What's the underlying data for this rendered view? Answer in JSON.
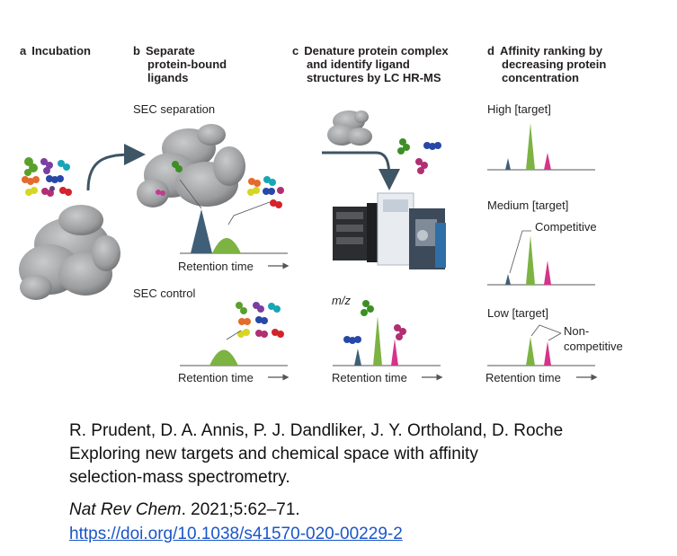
{
  "panels": {
    "a": {
      "letter": "a",
      "title_lines": [
        "Incubation"
      ]
    },
    "b": {
      "letter": "b",
      "title_lines": [
        "Separate",
        "protein-bound",
        "ligands"
      ]
    },
    "c": {
      "letter": "c",
      "title_lines": [
        "Denature protein complex",
        "and identify ligand",
        "structures by LC HR-MS"
      ]
    },
    "d": {
      "letter": "d",
      "title_lines": [
        "Affinity ranking by",
        "decreasing protein",
        "concentration"
      ]
    }
  },
  "labels": {
    "sec_separation": "SEC separation",
    "sec_control": "SEC control",
    "retention_time": "Retention time",
    "mz": "m/z",
    "high": "High [target]",
    "medium": "Medium [target]",
    "low": "Low [target]",
    "competitive": "Competitive",
    "non_competitive_1": "Non-",
    "non_competitive_2": "competitive"
  },
  "citation": {
    "authors": "R. Prudent, D. A. Annis, P. J. Dandliker, J. Y. Ortholand, D. Roche",
    "title_line1": "Exploring new targets and chemical space with affinity",
    "title_line2": "selection-mass spectrometry.",
    "journal": "Nat Rev Chem",
    "details": ". 2021;5:62–71.",
    "doi": "https://doi.org/10.1038/s41570-020-00229-2"
  },
  "colors": {
    "protein": "#9b9c9e",
    "peak_dark": "#3f5f78",
    "peak_green": "#7cb342",
    "peak_pink": "#d6338b",
    "arrow": "#3d5565",
    "link": "#1a56c8"
  }
}
